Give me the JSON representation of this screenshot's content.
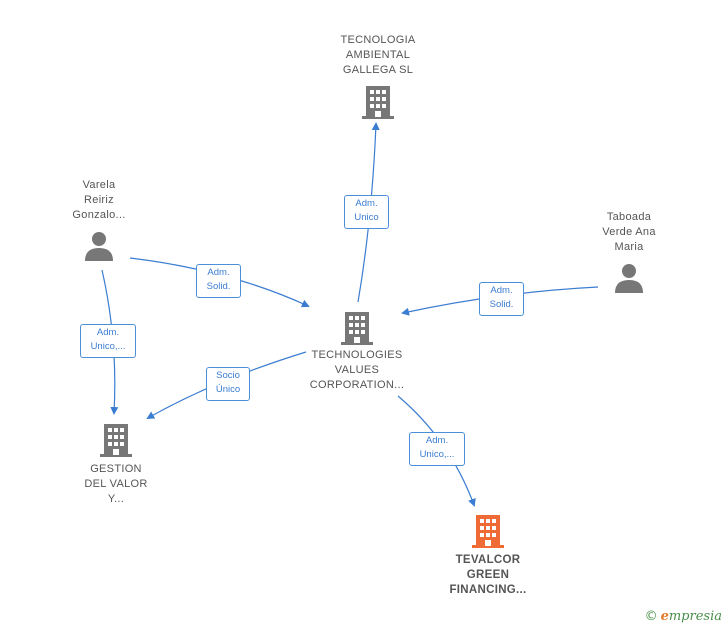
{
  "nodes": {
    "tecnologia": {
      "label": "TECNOLOGIA\nAMBIENTAL\nGALLEGA  SL",
      "type": "company"
    },
    "technologies": {
      "label": "TECHNOLOGIES\nVALUES\nCORPORATION...",
      "type": "company"
    },
    "gestion": {
      "label": "GESTION\nDEL VALOR\nY...",
      "type": "company"
    },
    "tevalcor": {
      "label": "TEVALCOR\nGREEN\nFINANCING...",
      "type": "company-focus"
    },
    "varela": {
      "label": "Varela\nReiriz\nGonzalo...",
      "type": "person"
    },
    "taboada": {
      "label": "Taboada\nVerde Ana\nMaria",
      "type": "person"
    }
  },
  "edges": {
    "e1": {
      "label": "Adm.\nUnico",
      "from": "technologies",
      "to": "tecnologia"
    },
    "e2": {
      "label": "Adm.\nSolid.",
      "from": "varela",
      "to": "technologies"
    },
    "e3": {
      "label": "Adm.\nSolid.",
      "from": "taboada",
      "to": "technologies"
    },
    "e4": {
      "label": "Adm.\nUnico,...",
      "from": "varela",
      "to": "gestion"
    },
    "e5": {
      "label": "Socio\nÚnico",
      "from": "technologies",
      "to": "gestion"
    },
    "e6": {
      "label": "Adm.\nUnico,...",
      "from": "technologies",
      "to": "tevalcor"
    }
  },
  "colors": {
    "edge": "#3b7dd1",
    "company_icon": "#777777",
    "focus_icon": "#f06a35",
    "person_icon": "#777777"
  },
  "brand": {
    "copyright": "©",
    "first_letter": "e",
    "rest": "mpresia"
  }
}
